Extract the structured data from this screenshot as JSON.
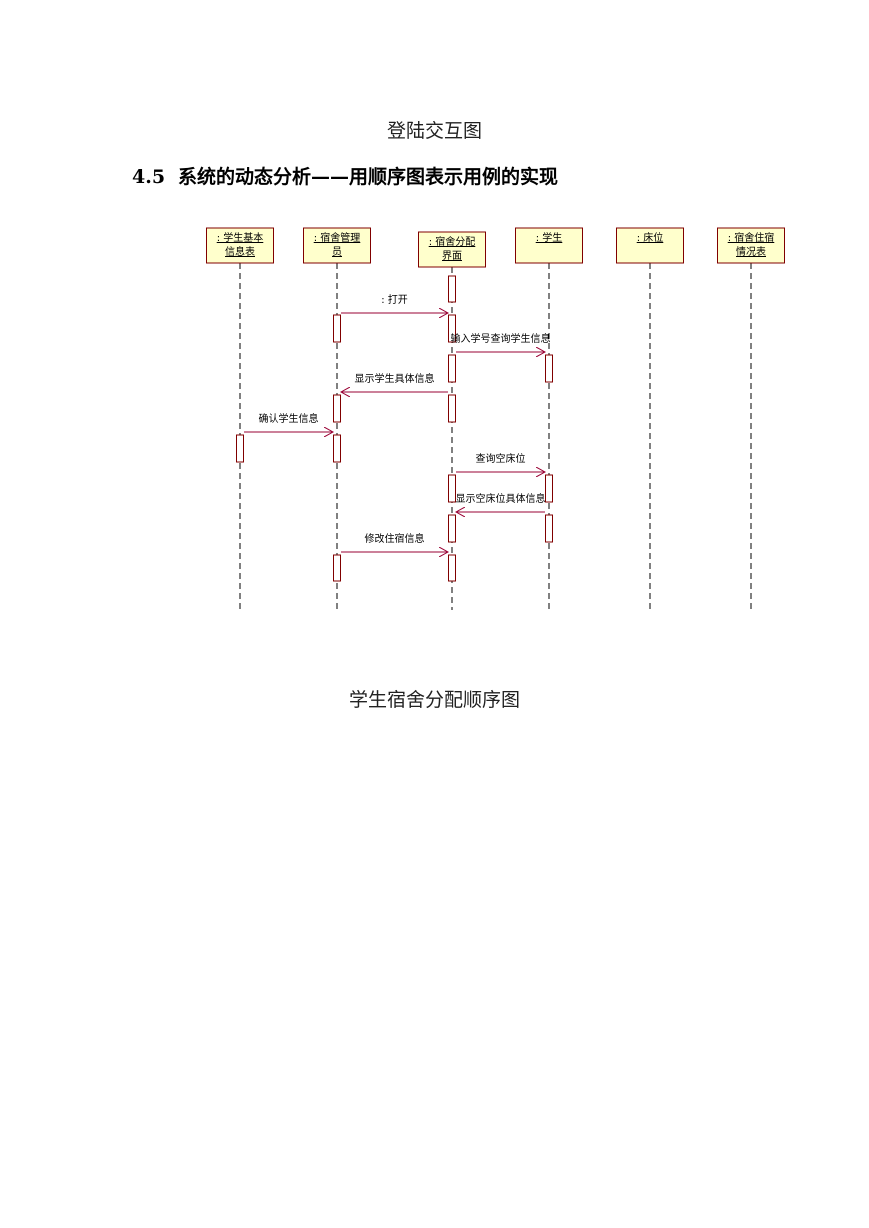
{
  "captions": {
    "top": "登陆交互图",
    "bottom": "学生宿舍分配顺序图"
  },
  "section": {
    "number": "4.5",
    "title": "系统的动态分析——用顺序图表示用例的实现"
  },
  "diagram": {
    "colors": {
      "box_fill": "#ffffcc",
      "border": "#800000",
      "message": "#990033",
      "lifeline": "#000000"
    },
    "lifelines": [
      {
        "id": "student-info-table",
        "lines": [
          ": 学生基本",
          "信息表"
        ]
      },
      {
        "id": "dorm-admin",
        "lines": [
          ": 宿舍管理",
          "员"
        ]
      },
      {
        "id": "dorm-ui",
        "lines": [
          ": 宿舍分配",
          "界面"
        ]
      },
      {
        "id": "student",
        "lines": [
          ": 学生"
        ]
      },
      {
        "id": "bed",
        "lines": [
          ": 床位"
        ]
      },
      {
        "id": "dorm-status-table",
        "lines": [
          ": 宿舍住宿",
          "情况表"
        ]
      }
    ],
    "messages": [
      {
        "from": "dorm-admin",
        "to": "dorm-ui",
        "label": ": 打开"
      },
      {
        "from": "dorm-ui",
        "to": "student",
        "label": "输入学号查询学生信息"
      },
      {
        "from": "dorm-ui",
        "to": "dorm-admin",
        "label": "显示学生具体信息"
      },
      {
        "from": "student-info-table",
        "to": "dorm-admin",
        "label": "确认学生信息"
      },
      {
        "from": "dorm-ui",
        "to": "student",
        "label": "查询空床位"
      },
      {
        "from": "student",
        "to": "dorm-ui",
        "label": "显示空床位具体信息"
      },
      {
        "from": "dorm-admin",
        "to": "dorm-ui",
        "label": "修改住宿信息"
      }
    ]
  }
}
